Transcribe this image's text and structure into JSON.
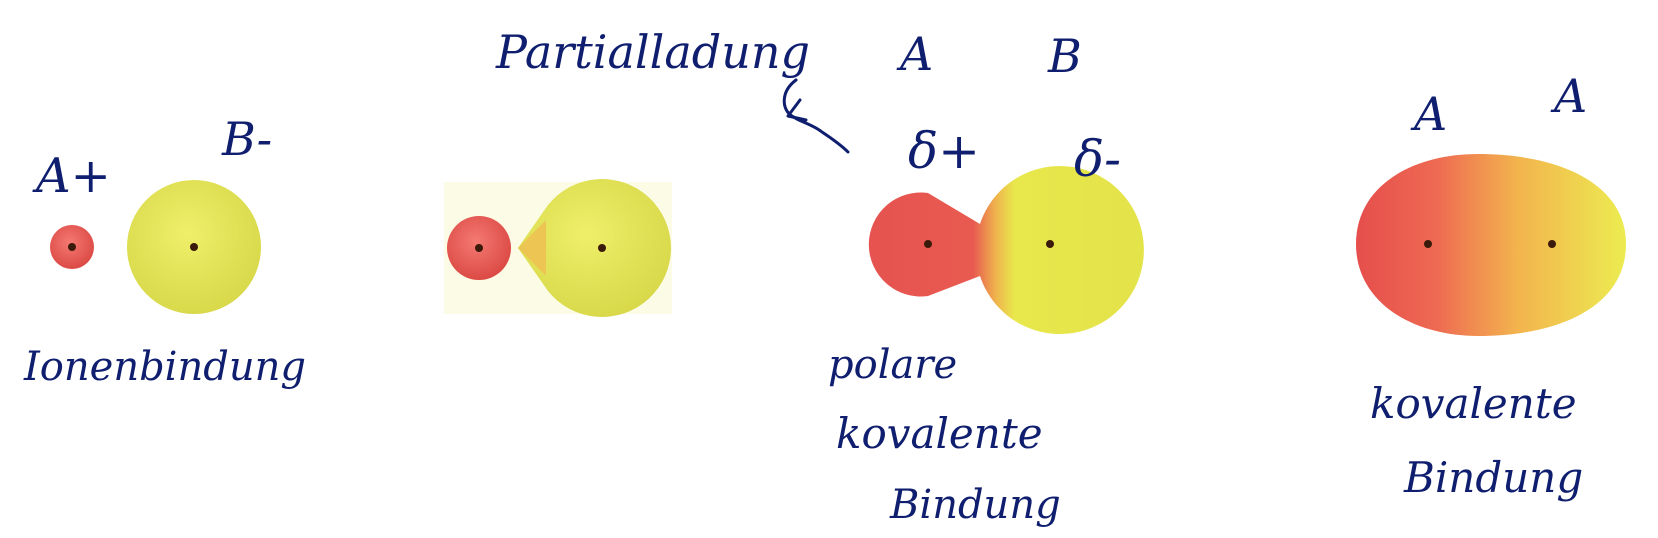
{
  "colors": {
    "ink": "#0f1e6e",
    "cation": "#e85550",
    "anion": "#e6e64a",
    "nucleus": "#3a1a0a",
    "panel_bg": "#fbfbe6"
  },
  "ionic": {
    "label_cation": "A+",
    "label_anion": "B-",
    "caption": "Ionenbindung"
  },
  "intermediate": {
    "annotation": "Partialladung"
  },
  "polar": {
    "label_a": "A",
    "label_b": "B",
    "charge_a": "δ+",
    "charge_b": "δ-",
    "caption_line1": "polare",
    "caption_line2": "kovalente",
    "caption_line3": "Bindung"
  },
  "covalent": {
    "label_a": "A",
    "label_b": "A",
    "caption_line1": "kovalente",
    "caption_line2": "Bindung"
  }
}
